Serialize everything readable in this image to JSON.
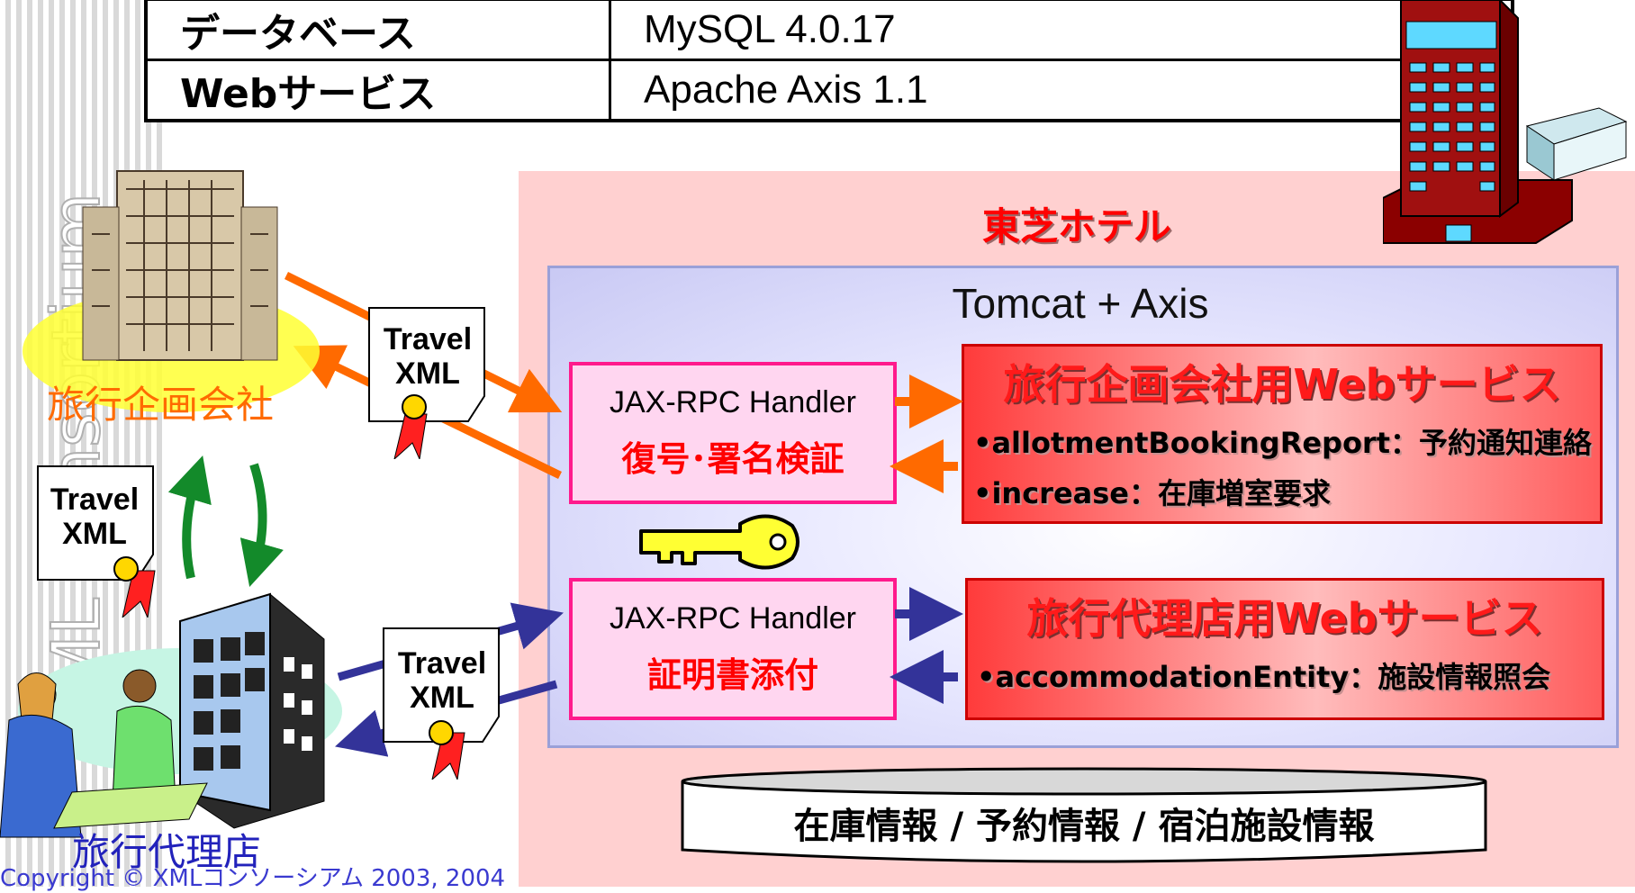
{
  "spec_table": {
    "rows": [
      {
        "key": "データベース",
        "value": "MySQL 4.0.17"
      },
      {
        "key": "Webサービス",
        "value": "Apache Axis 1.1"
      }
    ]
  },
  "hotel": {
    "title": "東芝ホテル",
    "container": "Tomcat + Axis",
    "handler_top": {
      "name": "JAX-RPC Handler",
      "role": "復号･署名検証"
    },
    "handler_bottom": {
      "name": "JAX-RPC Handler",
      "role": "証明書添付"
    },
    "service_planner": {
      "title": "旅行企画会社用Webサービス",
      "items": [
        "•allotmentBookingReport：予約通知連絡",
        "•increase：在庫増室要求"
      ]
    },
    "service_agent": {
      "title": "旅行代理店用Webサービス",
      "items": [
        "•accommodationEntity：施設情報照会"
      ]
    },
    "database": "在庫情報 / 予約情報 / 宿泊施設情報"
  },
  "parties": {
    "planner": "旅行企画会社",
    "agent": "旅行代理店"
  },
  "documents": {
    "doc_planner": [
      "Travel",
      "XML"
    ],
    "doc_middle": [
      "Travel",
      "XML"
    ],
    "doc_agent": [
      "Travel",
      "XML"
    ]
  },
  "watermark": "XML Consortium",
  "copyright": "Copyright © XMLコンソーシアム 2003, 2004",
  "colors": {
    "orange_arrow": "#ff6a00",
    "blue_arrow": "#333399",
    "green_arrow": "#138a2a",
    "hotel_bg": "#ffd0d0",
    "title_red": "#ff0000"
  }
}
